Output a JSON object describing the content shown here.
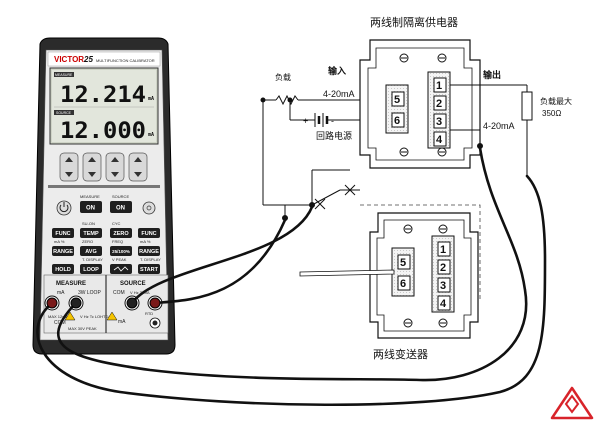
{
  "meter": {
    "brand": "VICTOR",
    "model": "25",
    "subtitle": "MULTIFUNCTION CALIBRATOR",
    "measure_tag": "MEASURE",
    "source_tag": "SOURCE",
    "measure_value": "12.214",
    "source_value": "12.000",
    "unit_ma": "mA",
    "section_measure": "MEASURE",
    "section_source": "SOURCE",
    "on_label": "ON",
    "buttons_row1": [
      "FUNC",
      "TEMP",
      "ZERO",
      "FUNC"
    ],
    "labels_row1": [
      "",
      "SU-ON",
      "CYC",
      ""
    ],
    "buttons_row2": [
      "RANGE",
      "AVG",
      "25/100%",
      "RANGE"
    ],
    "labels_row2": [
      "mA %",
      "ZERO",
      "FREQ",
      "mA %"
    ],
    "buttons_row3": [
      "HOLD",
      "LOOP",
      "",
      "START"
    ],
    "labels_row3": [
      "",
      "T. DISPLAY",
      "V PEAK",
      "T. DISPLAY"
    ],
    "measure_sub": "mA",
    "loop_label": "3W LOOP",
    "source_sub": "COM",
    "source_sub2": "V Hz TcmA",
    "com_label": "COM",
    "vhz_label": "V Hz Tc LOHTD",
    "rtd_label": "RTD",
    "ma_label": "mA",
    "max_label": "MAX 30V PEAK",
    "warn_label": "MAX 12mA"
  },
  "labels": {
    "isolator_title": "两线制隔离供电器",
    "transmitter_title": "两线变送器",
    "input_label": "输入",
    "output_label": "输出",
    "load_label": "负载",
    "load_max_label": "负载最大",
    "load_max_value": "350Ω",
    "current_in": "4-20mA",
    "current_out": "4-20mA",
    "loop_power": "回路电源",
    "plus": "+",
    "minus": "-"
  },
  "isolator_terminals_left": [
    "5",
    "6"
  ],
  "isolator_terminals_right": [
    "1",
    "2",
    "3",
    "4"
  ],
  "transmitter_terminals_left": [
    "5",
    "6"
  ],
  "transmitter_terminals_right": [
    "1",
    "2",
    "3",
    "4"
  ],
  "colors": {
    "meter_body": "#2a2a2a",
    "panel": "#e6e6e6",
    "lcd": "#dfe3da",
    "jack_red": "#8a1d1d",
    "wire": "#111111",
    "logo_red": "#d8232a"
  }
}
